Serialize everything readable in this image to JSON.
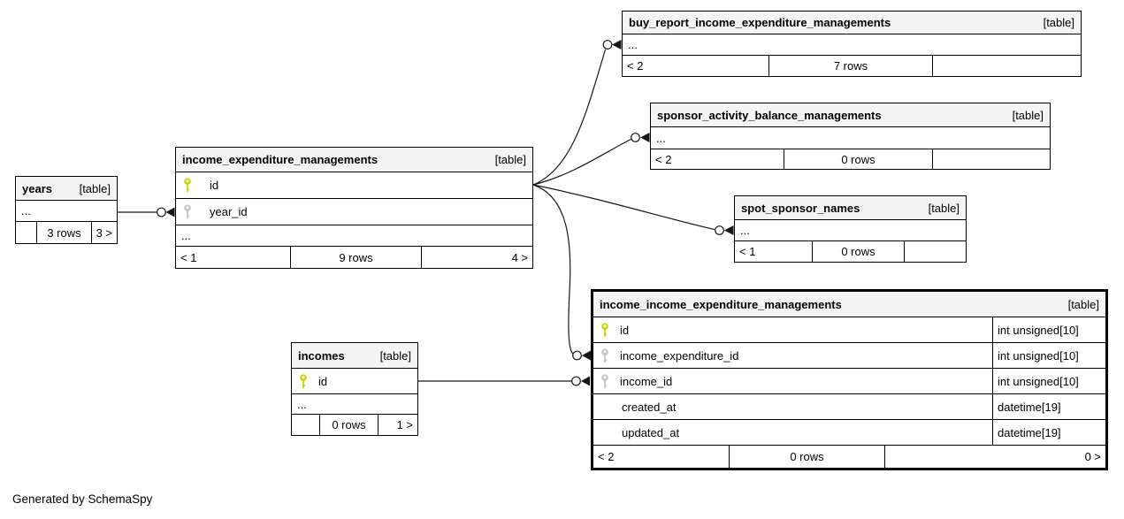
{
  "note": "Generated by SchemaSpy",
  "colors": {
    "primary_key": "#ccd600",
    "foreign_key": "#c4c4c4",
    "header_bg": "#f4f4f4",
    "line": "#171717"
  },
  "tables": {
    "years": {
      "name": "years",
      "tag": "[table]",
      "columns": [
        {
          "name": "..."
        }
      ],
      "footer": {
        "parents": "",
        "rows": "3 rows",
        "children": "3 >"
      }
    },
    "income_expenditure_managements": {
      "name": "income_expenditure_managements",
      "tag": "[table]",
      "columns": [
        {
          "name": "id",
          "key": "primary"
        },
        {
          "name": "year_id",
          "key": "foreign"
        },
        {
          "name": "..."
        }
      ],
      "footer": {
        "parents": "< 1",
        "rows": "9 rows",
        "children": "4 >"
      }
    },
    "buy_report_income_expenditure_managements": {
      "name": "buy_report_income_expenditure_managements",
      "tag": "[table]",
      "columns": [
        {
          "name": "..."
        }
      ],
      "footer": {
        "parents": "< 2",
        "rows": "7 rows",
        "children": ""
      }
    },
    "sponsor_activity_balance_managements": {
      "name": "sponsor_activity_balance_managements",
      "tag": "[table]",
      "columns": [
        {
          "name": "..."
        }
      ],
      "footer": {
        "parents": "< 2",
        "rows": "0 rows",
        "children": ""
      }
    },
    "spot_sponsor_names": {
      "name": "spot_sponsor_names",
      "tag": "[table]",
      "columns": [
        {
          "name": "..."
        }
      ],
      "footer": {
        "parents": "< 1",
        "rows": "0 rows",
        "children": ""
      }
    },
    "income_income_expenditure_managements": {
      "name": "income_income_expenditure_managements",
      "tag": "[table]",
      "columns": [
        {
          "name": "id",
          "key": "primary",
          "type": "int unsigned[10]"
        },
        {
          "name": "income_expenditure_id",
          "key": "foreign",
          "type": "int unsigned[10]"
        },
        {
          "name": "income_id",
          "key": "foreign",
          "type": "int unsigned[10]"
        },
        {
          "name": "created_at",
          "type": "datetime[19]"
        },
        {
          "name": "updated_at",
          "type": "datetime[19]"
        }
      ],
      "footer": {
        "parents": "< 2",
        "rows": "0 rows",
        "children": "0 >"
      }
    },
    "incomes": {
      "name": "incomes",
      "tag": "[table]",
      "columns": [
        {
          "name": "id",
          "key": "primary"
        },
        {
          "name": "..."
        }
      ],
      "footer": {
        "parents": "",
        "rows": "0 rows",
        "children": "1 >"
      }
    }
  }
}
